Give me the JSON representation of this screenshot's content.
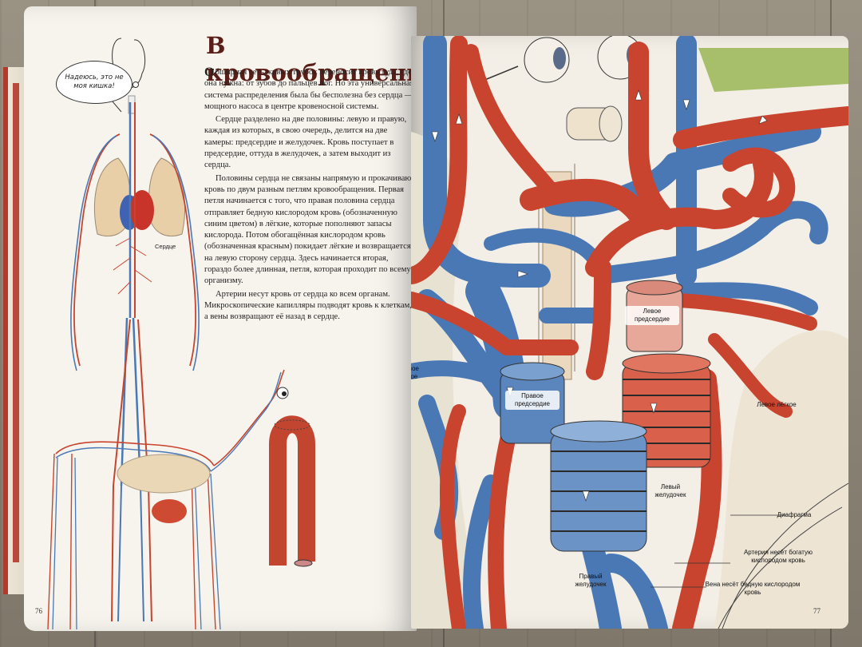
{
  "book": {
    "left_page": {
      "title": "В кровообращении",
      "lead_letter": "О",
      "paragraphs": [
        "бширная сеть живых трубок переносит кровь туда, где она нужна: от зубов до пальцев ног. Но эта универсальная система распределения была бы бесполезна без сердца — мощного насоса в центре кровеносной системы.",
        "Сердце разделено на две половины: левую и правую, каждая из которых, в свою очередь, делится на две камеры: предсердие и желудочек. Кровь поступает в предсердие, оттуда в желудочек, а затем выходит из сердца.",
        "Половины сердца не связаны напрямую и прокачивают кровь по двум разным петлям кровообращения. Первая петля начинается с того, что правая половина сердца отправляет бедную кислородом кровь (обозначенную синим цветом) в лёгкие, которые пополняют запасы кислорода. Потом обогащённая кислородом кровь (обозначенная красным) покидает лёгкие и возвращается на левую сторону сердца. Здесь начинается вторая, гораздо более длинная, петля, которая проходит по всему организму.",
        "Артерии несут кровь от сердца ко всем органам. Микроскопические капилляры подводят кровь к клеткам, а вены возвращают её назад в сердце."
      ],
      "speech_bubble": "Надеюсь, это не моя кишка!",
      "heart_label": "Сердце",
      "page_number": "76"
    },
    "right_page": {
      "labels": {
        "right_lung": "Правое лёгкое",
        "left_atrium": "Левое предсердие",
        "right_atrium": "Правое предсердие",
        "left_lung": "Левое лёгкое",
        "left_ventricle": "Левый желудочек",
        "diaphragm": "Диафрагма",
        "artery_note": "Артерия несёт богатую кислородом кровь",
        "right_ventricle": "Правый желудочек",
        "vein_note": "Вена несёт бедную кислородом кровь"
      },
      "page_number": "77"
    },
    "colors": {
      "artery_red": "#c8442f",
      "vein_blue": "#4a78b4",
      "title_dark_red": "#5a1e18",
      "page_paper": "#f7f4ee"
    }
  }
}
